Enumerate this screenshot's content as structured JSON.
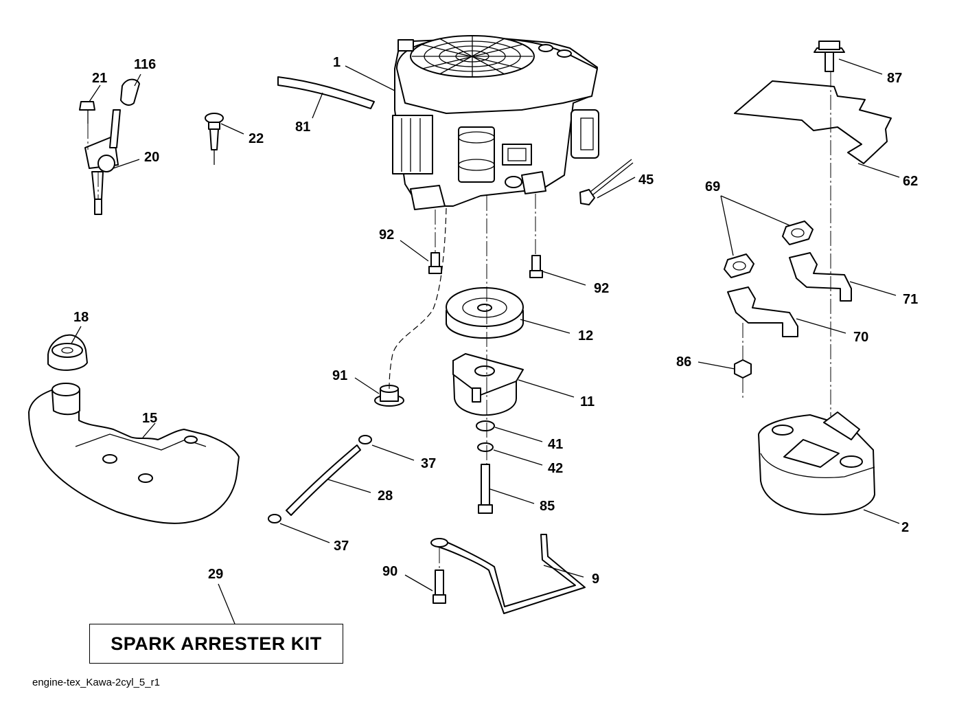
{
  "diagram": {
    "kit_label": "SPARK ARRESTER KIT",
    "footer_code": "engine-tex_Kawa-2cyl_5_r1",
    "callouts": {
      "c1": "1",
      "c116": "116",
      "c21": "21",
      "c20": "20",
      "c22": "22",
      "c81": "81",
      "c45": "45",
      "c92a": "92",
      "c92b": "92",
      "c12": "12",
      "c91": "91",
      "c11": "11",
      "c41": "41",
      "c42": "42",
      "c37a": "37",
      "c28": "28",
      "c85": "85",
      "c37b": "37",
      "c90": "90",
      "c9": "9",
      "c29": "29",
      "c18": "18",
      "c15": "15",
      "c87": "87",
      "c62": "62",
      "c69": "69",
      "c71": "71",
      "c70": "70",
      "c86": "86",
      "c2": "2"
    }
  }
}
